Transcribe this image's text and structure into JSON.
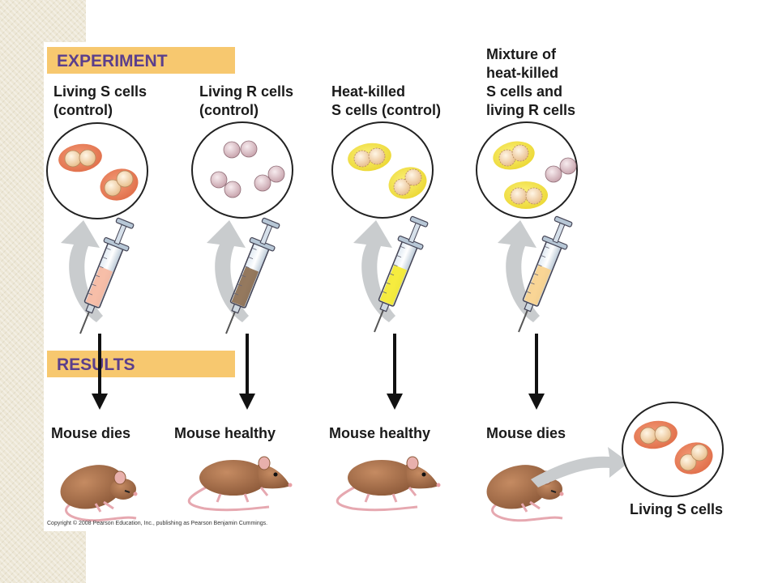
{
  "experiment_label": "EXPERIMENT",
  "results_label": "RESULTS",
  "columns": [
    {
      "title_lines": [
        "Living S cells",
        "(control)"
      ],
      "result": "Mouse dies",
      "syringe_fill": "#f6b79e"
    },
    {
      "title_lines": [
        "Living R cells",
        "(control)"
      ],
      "result": "Mouse healthy",
      "syringe_fill": "#8a6a4c"
    },
    {
      "title_lines": [
        "Heat-killed",
        "S cells (control)"
      ],
      "result": "Mouse healthy",
      "syringe_fill": "#f5ea2a"
    },
    {
      "title_lines": [
        "Mixture of",
        "heat-killed",
        "S cells and",
        "living R cells"
      ],
      "result": "Mouse dies",
      "syringe_fill": "#f8d08a"
    }
  ],
  "final_label": "Living S cells",
  "copyright": "Copyright © 2008 Pearson Education, Inc., publishing as Pearson Benjamin Cummings.",
  "colors": {
    "header_band": "#f7c86f",
    "header_text": "#5b3f8c",
    "s_capsule": "#e8805a",
    "s_cell": "#f3d3a6",
    "r_cell": "#d9bcc4",
    "heat_capsule": "#f4e24a",
    "curved_arrow": "#c9ccce"
  }
}
